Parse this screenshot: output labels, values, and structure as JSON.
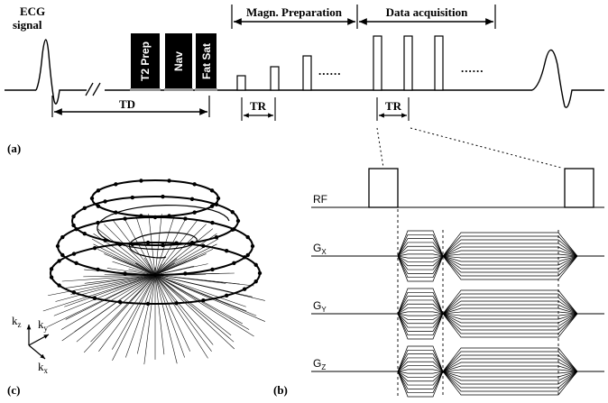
{
  "panel_a": {
    "ecg_label_line1": "ECG",
    "ecg_label_line2": "signal",
    "td_label": "TD",
    "prep_blocks": [
      "T2 Prep",
      "Nav",
      "Fat Sat"
    ],
    "magn_prep_label": "Magn. Preparation",
    "data_acq_label": "Data acquisition",
    "tr_label_left": "TR",
    "tr_label_right": "TR",
    "dots": "......",
    "panel_label": "(a)"
  },
  "panel_b": {
    "rf_label": "RF",
    "gx_label": {
      "main": "G",
      "sub": "X"
    },
    "gy_label": {
      "main": "G",
      "sub": "Y"
    },
    "gz_label": {
      "main": "G",
      "sub": "Z"
    },
    "panel_label": "(b)"
  },
  "panel_c": {
    "axis_kz": {
      "main": "k",
      "sub": "z"
    },
    "axis_ky": {
      "main": "k",
      "sub": "y"
    },
    "axis_kx": {
      "main": "k",
      "sub": "x"
    },
    "panel_label": "(c)"
  }
}
